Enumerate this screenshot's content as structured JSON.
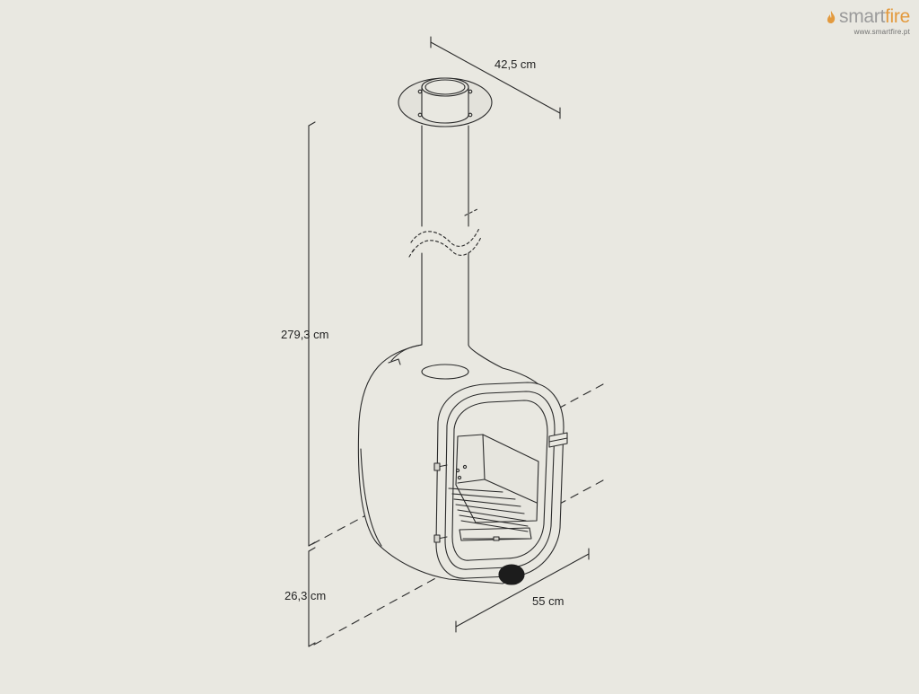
{
  "brand": {
    "name_part1": "smart",
    "name_part2": "fire",
    "url": "www.smartfire.pt",
    "flame_icon": "flame-icon",
    "colors": {
      "smart": "#9b9b9b",
      "fire": "#e39a3e"
    }
  },
  "dimensions": {
    "depth": "42,5 cm",
    "height": "279,3 cm",
    "clearance": "26,3 cm",
    "width": "55 cm"
  },
  "colors": {
    "background": "#e9e8e1",
    "line": "#2a2a2a"
  }
}
